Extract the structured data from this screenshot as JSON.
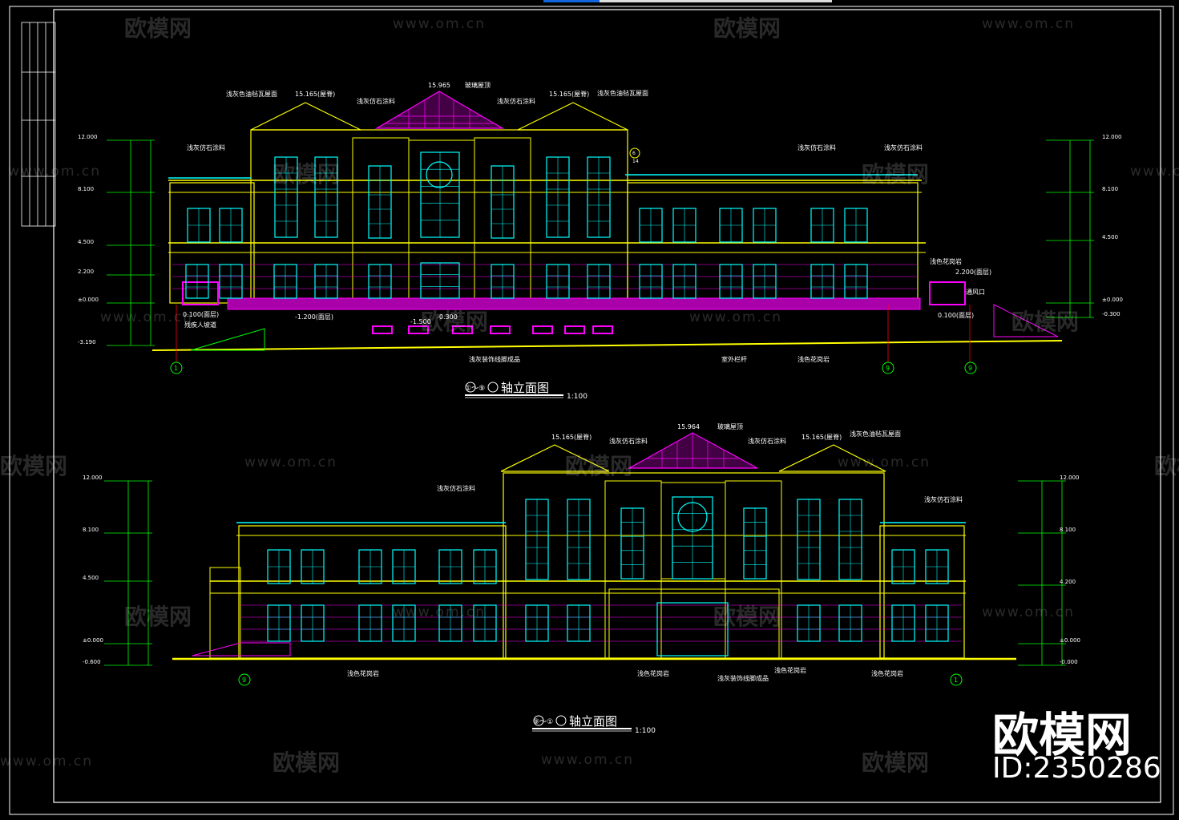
{
  "colors": {
    "background": "#000000",
    "yellow": "#ffff00",
    "cyan": "#00ffff",
    "magenta": "#ff00ff",
    "green": "#00ff00",
    "red": "#ff0000",
    "white": "#ffffff",
    "blue_bar": "#1166dd"
  },
  "watermark": {
    "logo": "欧模网",
    "url": "www.om.cn"
  },
  "brand": {
    "logo": "欧模网",
    "id": "ID:2350286"
  },
  "top_elevation": {
    "title_axes": "①～⑨",
    "title": "轴立面图",
    "scale": "1:100",
    "labels": {
      "roof_tile_a": "浅灰色油毡瓦屋面",
      "roof_tile_b": "浅灰色油毡瓦屋面",
      "glass_roof": "玻璃屋顶",
      "stone_paint_1": "浅灰仿石涂料",
      "stone_paint_2": "浅灰仿石涂料",
      "stone_paint_3": "浅灰仿石涂料",
      "stone_paint_4": "浅灰仿石涂料",
      "granite": "浅色花岗岩",
      "granite_2": "浅色花岗岩",
      "grc": "浅灰装饰线脚成品",
      "outdoor_rail": "室外栏杆",
      "ramp": "残疾人坡道",
      "vent": "通风口"
    },
    "elevations_left": [
      "12.000",
      "8.100",
      "4.500",
      "2.200",
      "±0.000",
      "-3.190"
    ],
    "elevations_right": [
      "12.000",
      "8.100",
      "4.500",
      "±0.000",
      "-0.300"
    ],
    "peaks": [
      "15.165(屋脊)",
      "15.965",
      "15.165(屋脊)"
    ],
    "misc_levels": [
      "0.100(面层)",
      "-1.200(面层)",
      "-1.500",
      "-0.300",
      "2.200(面层)",
      "0.100(面层)"
    ],
    "axis_left": "1",
    "axis_right_a": "9",
    "axis_right_b": "9",
    "callout": "6",
    "callout_sub": "14"
  },
  "bottom_elevation": {
    "title_axes": "⑨～①",
    "title": "轴立面图",
    "scale": "1:100",
    "labels": {
      "roof_tile": "浅灰色油毡瓦屋面",
      "glass_roof": "玻璃屋顶",
      "stone_paint_1": "浅灰仿石涂料",
      "stone_paint_2": "浅灰仿石涂料",
      "stone_paint_3": "浅灰仿石涂料",
      "stone_paint_4": "浅灰仿石涂料",
      "granite_1": "浅色花岗岩",
      "granite_2": "浅色花岗岩",
      "granite_3": "浅色花岗岩",
      "granite_4": "浅色花岗岩",
      "grc": "浅灰装饰线脚成品"
    },
    "elevations_left": [
      "12.000",
      "8.100",
      "4.500",
      "±0.000",
      "-0.600"
    ],
    "elevations_right": [
      "12.000",
      "8.100",
      "4.200",
      "±0.000",
      "-0.000"
    ],
    "peaks": [
      "15.165(屋脊)",
      "15.964",
      "15.165(屋脊)"
    ],
    "axis_left": "9",
    "axis_right": "1"
  }
}
